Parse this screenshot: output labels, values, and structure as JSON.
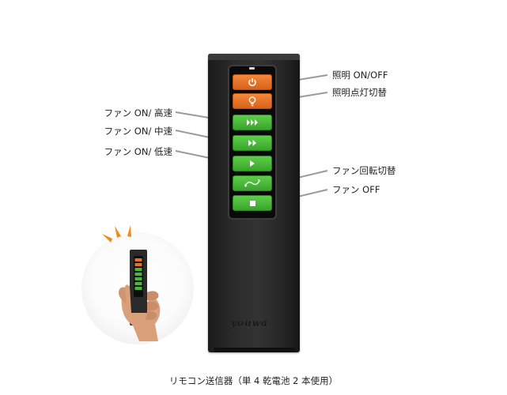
{
  "labels": {
    "power": "照明 ON/OFF",
    "light_switch": "照明点灯切替",
    "fan_high": "ファン ON/ 高速",
    "fan_mid": "ファン ON/ 中速",
    "fan_low": "ファン ON/ 低速",
    "fan_reverse": "ファン回転切替",
    "fan_off": "ファン OFF"
  },
  "brand": "youwa",
  "caption": "リモコン送信器（単 4 乾電池 2 本使用）",
  "colors": {
    "orange_button": "#e8701f",
    "green_button": "#48b83a",
    "remote_body": "#2a2a2a",
    "callout_line": "#9a9a9a",
    "burst": "#f08a1c"
  },
  "icons": {
    "power": "power-icon",
    "light": "bulb-icon",
    "high": "triple-forward-icon",
    "mid": "double-forward-icon",
    "low": "play-icon",
    "reverse": "rotation-icon",
    "off": "stop-icon"
  }
}
